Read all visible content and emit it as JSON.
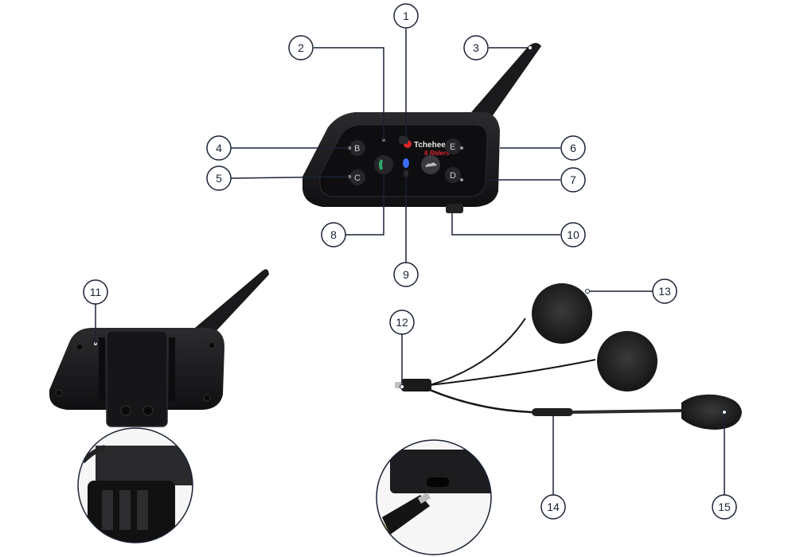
{
  "brand": {
    "name": "Tcheheer",
    "tagline": "6 Riders"
  },
  "buttons": {
    "b": "B",
    "c": "C",
    "d": "D",
    "e": "E"
  },
  "callouts": [
    "1",
    "2",
    "3",
    "4",
    "5",
    "6",
    "7",
    "8",
    "9",
    "10",
    "11",
    "12",
    "13",
    "14",
    "15"
  ],
  "colors": {
    "line": "#1a2333",
    "device": "#1c1c1e",
    "accent": "#d8262b",
    "led": "#3b6cff",
    "green": "#2fa86a"
  }
}
